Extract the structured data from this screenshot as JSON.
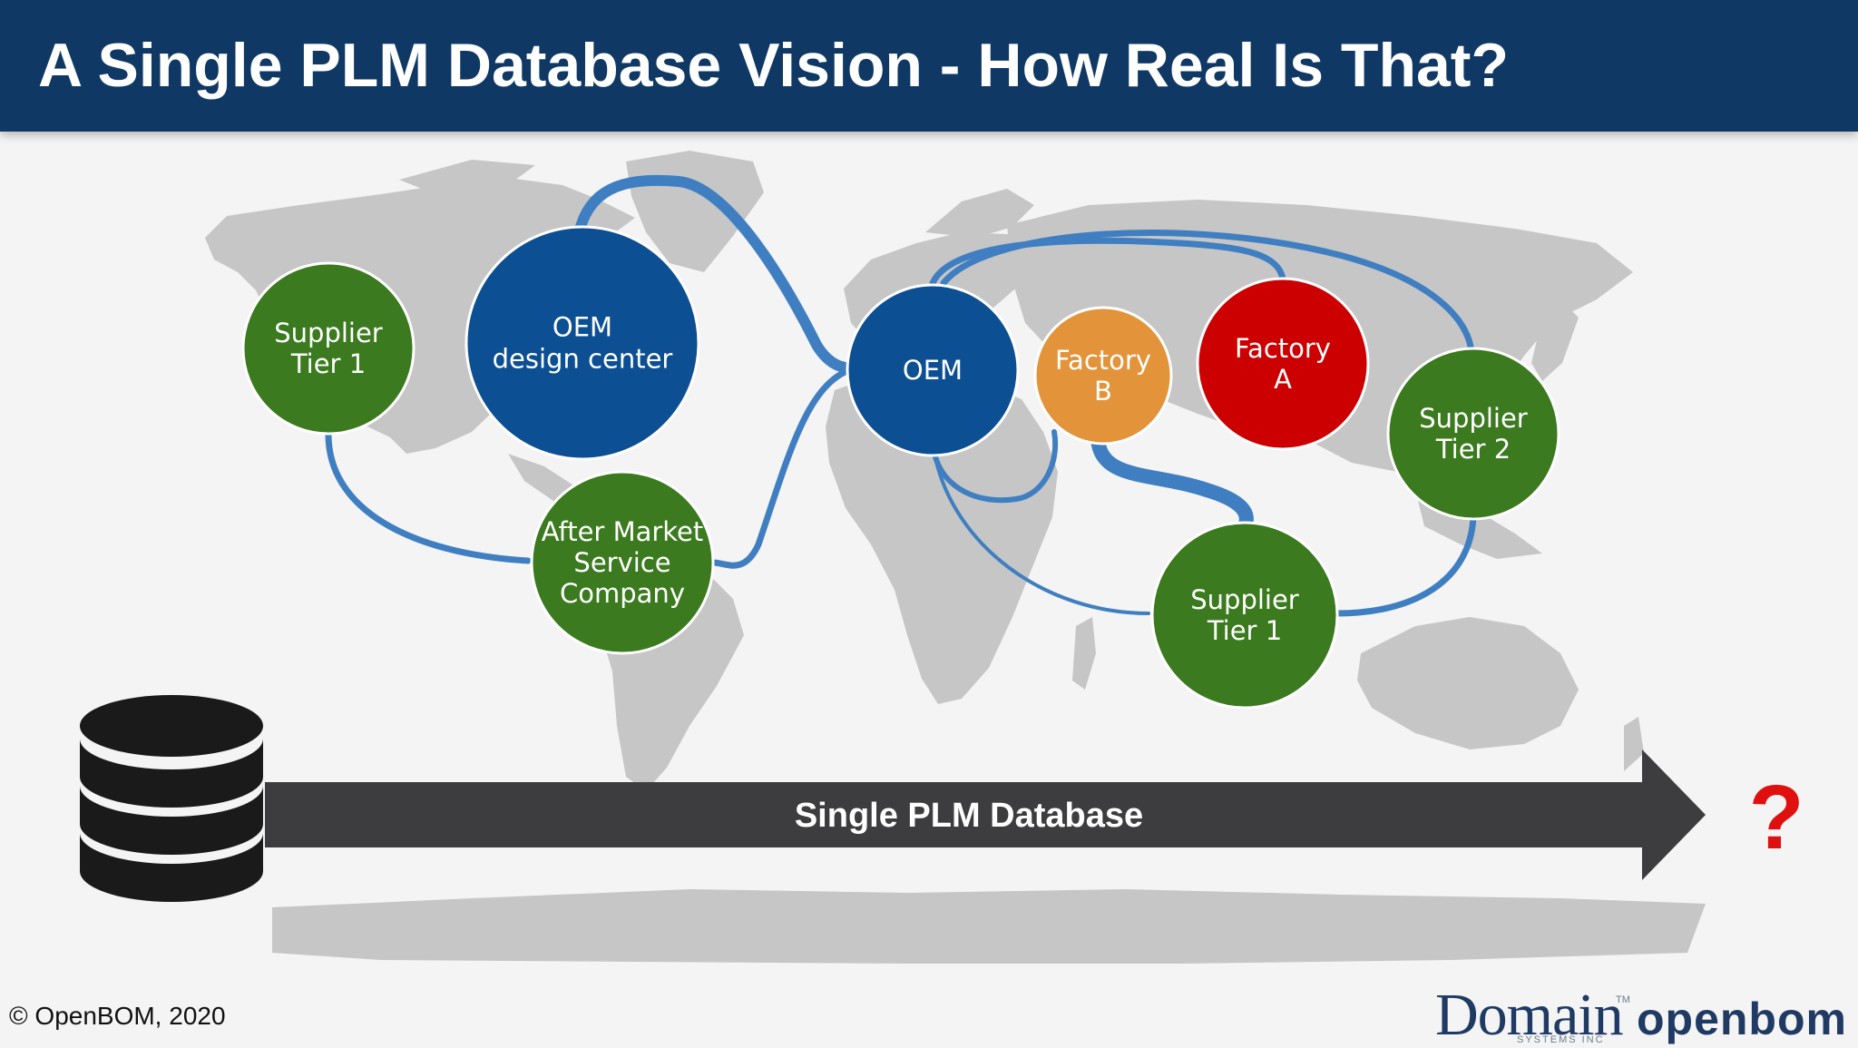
{
  "title": "A Single PLM Database Vision - How Real Is That?",
  "colors": {
    "header": "#0f3864",
    "map": "#c6c6c6",
    "link": "#3f7fc1",
    "green": "#3b7a1e",
    "blue": "#0d4f93",
    "orange": "#e39339",
    "red": "#cc0000",
    "arrow": "#3d3d3f",
    "question": "#e01010"
  },
  "nodes": [
    {
      "name": "supplier-tier1-americas-node",
      "lines": [
        "Supplier",
        "Tier 1"
      ],
      "color": "#3b7a1e"
    },
    {
      "name": "oem-design-center-node",
      "lines": [
        "OEM",
        "design center"
      ],
      "color": "#0d4f93"
    },
    {
      "name": "after-market-service-node",
      "lines": [
        "After Market",
        "Service",
        "Company"
      ],
      "color": "#3b7a1e"
    },
    {
      "name": "oem-node",
      "lines": [
        "OEM"
      ],
      "color": "#0d4f93"
    },
    {
      "name": "factory-b-node",
      "lines": [
        "Factory",
        "B"
      ],
      "color": "#e39339"
    },
    {
      "name": "factory-a-node",
      "lines": [
        "Factory",
        "A"
      ],
      "color": "#cc0000"
    },
    {
      "name": "supplier-tier2-node",
      "lines": [
        "Supplier",
        "Tier 2"
      ],
      "color": "#3b7a1e"
    },
    {
      "name": "supplier-tier1-asia-node",
      "lines": [
        "Supplier",
        "Tier 1"
      ],
      "color": "#3b7a1e"
    }
  ],
  "arrow_label": "Single PLM Database",
  "question_mark": "?",
  "footer": {
    "copyright": "© OpenBOM, 2020",
    "logo_domain": "Domain",
    "logo_domain_sub": "SYSTEMS INC",
    "logo_tm": "TM",
    "logo_openbom": "openbom"
  }
}
